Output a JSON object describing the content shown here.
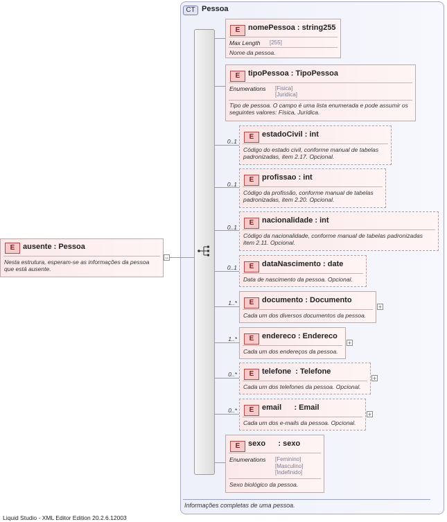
{
  "complex_type": {
    "badge": "CT",
    "title": "Pessoa",
    "documentation": "Informações completas de uma pessoa."
  },
  "root": {
    "badge": "E",
    "name": "ausente  : Pessoa",
    "doc": "Nesta estrutura, esperam-se as informações da pessoa que está ausente.",
    "toggle": "−"
  },
  "elements": [
    {
      "badge": "E",
      "name": "nomePessoa : string255",
      "cardinality": "",
      "facet_label": "Max Length",
      "facet_values": [
        "[255]"
      ],
      "doc": "Nome da pessoa."
    },
    {
      "badge": "E",
      "name": "tipoPessoa : TipoPessoa",
      "cardinality": "",
      "facet_label": "Enumerations",
      "facet_values": [
        "[Fisica]",
        "[Juridica]"
      ],
      "doc": "Tipo de pessoa. O campo é uma lista enumerada e pode assumir os seguintes valores: Física, Jurídica."
    },
    {
      "badge": "E",
      "name": "estadoCivil : int",
      "cardinality": "0..1",
      "doc": "Código do estado civil, conforme manual de tabelas padronizadas, item 2.17. Opcional."
    },
    {
      "badge": "E",
      "name": "profissao : int",
      "cardinality": "0..1",
      "doc": "Código da profissão, conforme manual de tabelas padronizadas, item 2.20. Opcional."
    },
    {
      "badge": "E",
      "name": "nacionalidade : int",
      "cardinality": "0..1",
      "doc": "Código da nacionalidade, conforme manual de tabelas padronizadas item 2.11. Opcional."
    },
    {
      "badge": "E",
      "name": "dataNascimento : date",
      "cardinality": "0..1",
      "doc": "Data de nascimento da pessoa. Opcional."
    },
    {
      "badge": "E",
      "name": "documento : Documento",
      "cardinality": "1..*",
      "doc": "Cada um dos diversos documentos da pessoa.",
      "expand": "+"
    },
    {
      "badge": "E",
      "name": "endereco : Endereco",
      "cardinality": "1..*",
      "doc": "Cada um dos endereços da pessoa.",
      "expand": "+"
    },
    {
      "badge": "E",
      "name": "telefone  : Telefone",
      "cardinality": "0..*",
      "doc": "Cada um dos telefones da pessoa. Opcional.",
      "expand": "+"
    },
    {
      "badge": "E",
      "name": "email      : Email",
      "cardinality": "0..*",
      "doc": "Cada um dos e-mails da pessoa. Opcional.",
      "expand": "+"
    },
    {
      "badge": "E",
      "name": "sexo      : sexo",
      "cardinality": "",
      "facet_label": "Enumerations",
      "facet_values": [
        "[Feminino]",
        "[Masculino]",
        "[Indefinido]"
      ],
      "doc": "Sexo biológico da pessoa."
    }
  ],
  "app_footer": "Liquid Studio - XML Editor Edition 20.2.6.12003",
  "icons": {
    "sequence": "sequence-compositor-icon",
    "element": "element-badge-icon",
    "complex_type": "complex-type-badge-icon"
  },
  "colors": {
    "element_fill": "#fbe9e9",
    "element_badge": "#f6caca",
    "complex_type_fill": "#eef0fa"
  }
}
